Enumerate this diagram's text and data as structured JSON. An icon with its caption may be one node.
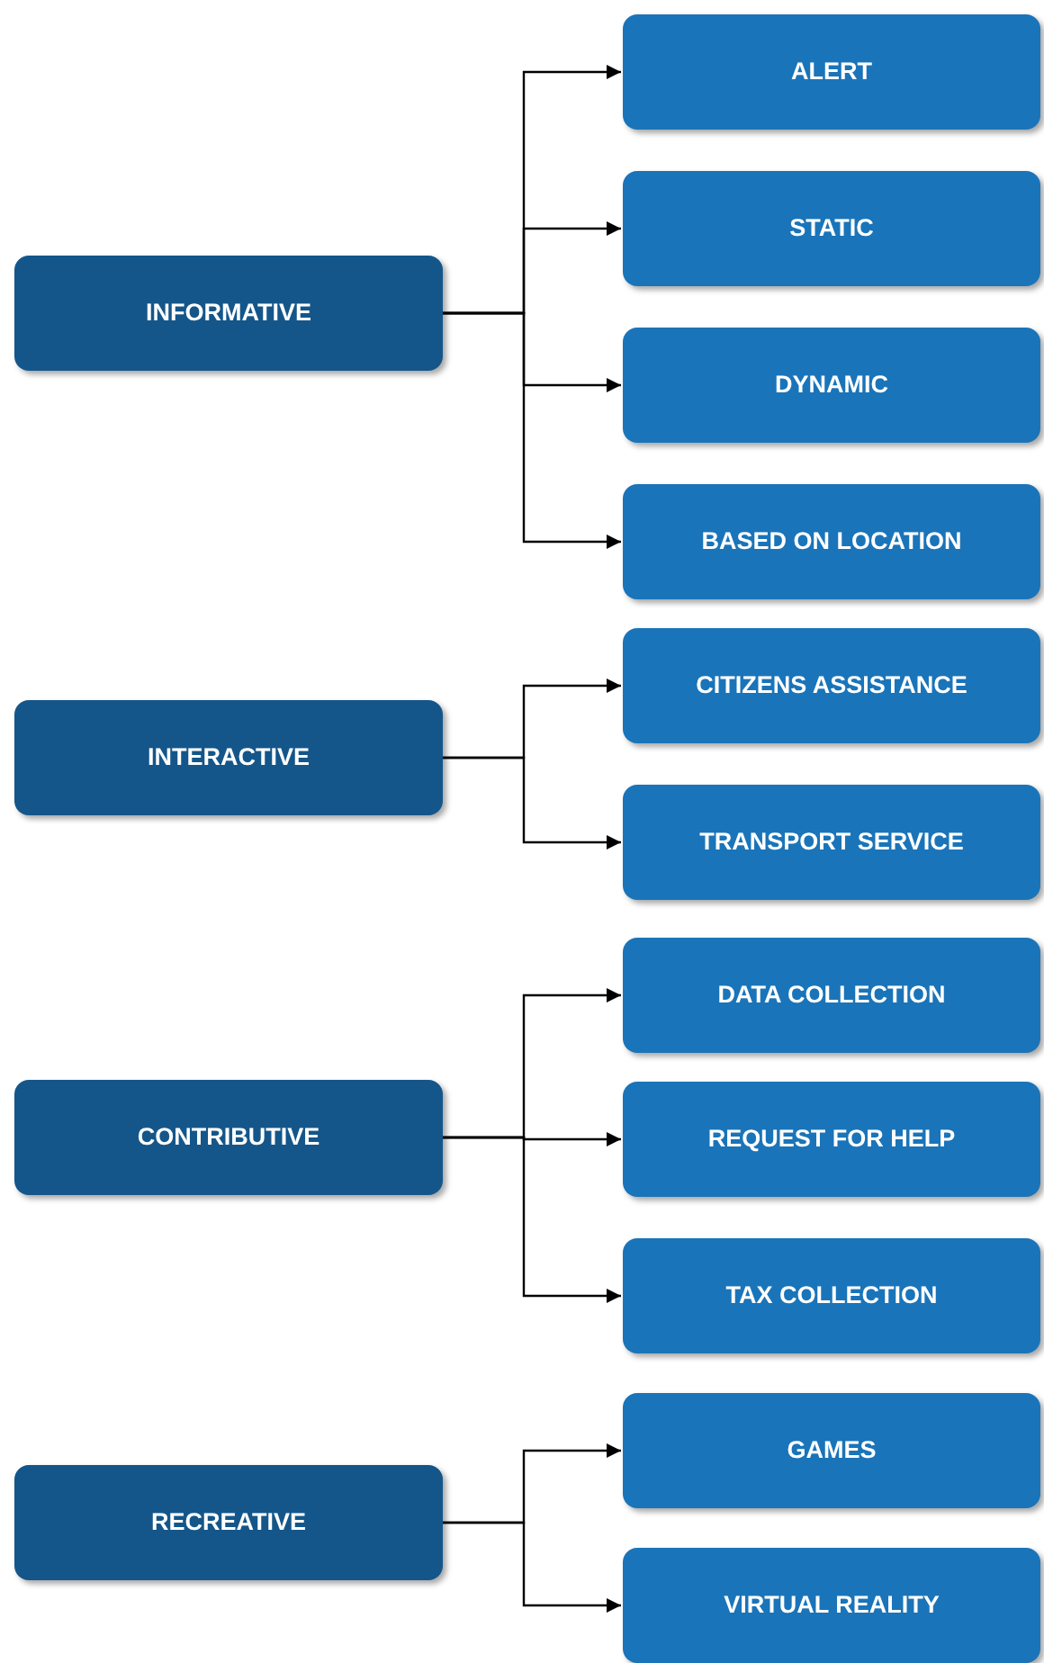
{
  "diagram": {
    "nodes": [
      {
        "text": [
          "INFORMATIVE"
        ]
      },
      {
        "text": [
          "ALERT"
        ]
      },
      {
        "text": [
          "STATIC"
        ]
      },
      {
        "text": [
          "DYNAMIC"
        ]
      },
      {
        "text": [
          "BASED ON LOCATION"
        ]
      },
      {
        "text": [
          "INTERACTIVE"
        ]
      },
      {
        "text": [
          "CITIZENS ASSISTANCE"
        ]
      },
      {
        "text": [
          "TRANSPORT SERVICE"
        ]
      },
      {
        "text": [
          "CONTRIBUTIVE"
        ]
      },
      {
        "text": [
          "DATA COLLECTION"
        ]
      },
      {
        "text": [
          "REQUEST FOR HELP"
        ]
      },
      {
        "text": [
          "TAX COLLECTION"
        ]
      },
      {
        "text": [
          "RECREATIVE"
        ]
      },
      {
        "text": [
          "GAMES"
        ]
      },
      {
        "text": [
          "VIRTUAL REALITY"
        ]
      }
    ],
    "edges": [
      {
        "from": 0,
        "to": 1,
        "arrow": "to"
      },
      {
        "from": 0,
        "to": 2,
        "arrow": "to"
      },
      {
        "from": 0,
        "to": 3,
        "arrow": "to"
      },
      {
        "from": 0,
        "to": 4,
        "arrow": "to"
      },
      {
        "from": 5,
        "to": 6,
        "arrow": "to"
      },
      {
        "from": 5,
        "to": 7,
        "arrow": "to"
      },
      {
        "from": 8,
        "to": 9,
        "arrow": "to"
      },
      {
        "from": 8,
        "to": 10,
        "arrow": "to"
      },
      {
        "from": 8,
        "to": 11,
        "arrow": "to"
      },
      {
        "from": 12,
        "to": 13,
        "arrow": "to"
      },
      {
        "from": 12,
        "to": 14,
        "arrow": "to"
      }
    ]
  }
}
